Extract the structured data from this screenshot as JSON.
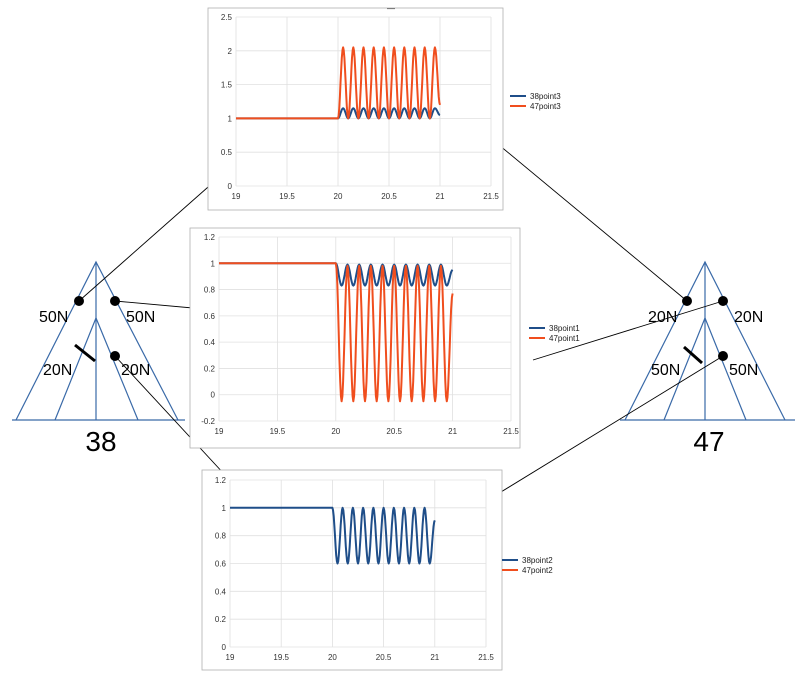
{
  "structures": {
    "left": {
      "label": "38",
      "upper_left": "50N",
      "upper_right": "50N",
      "lower_left": "20N",
      "lower_right": "20N"
    },
    "right": {
      "label": "47",
      "upper_left": "20N",
      "upper_right": "20N",
      "lower_left": "50N",
      "lower_right": "50N"
    }
  },
  "colors": {
    "series_a": "#1f4e89",
    "series_b": "#f04e1e",
    "frame": "#b0b0b0",
    "grid": "#e0e0e0",
    "structure": "#3a6aa8"
  },
  "chart_data": [
    {
      "id": "top",
      "type": "line",
      "title": "—",
      "xlim": [
        19,
        21.5
      ],
      "ylim": [
        0,
        2.5
      ],
      "x_ticks": [
        "19",
        "19.5",
        "20",
        "20.5",
        "21",
        "21.5"
      ],
      "y_ticks": [
        "0",
        "0.5",
        "1",
        "1.5",
        "2",
        "2.5"
      ],
      "x": [
        19,
        20,
        20.05,
        20.1,
        20.15,
        20.2,
        20.25,
        20.3,
        20.35,
        20.4,
        20.45,
        20.5,
        20.55,
        20.6,
        20.65,
        20.7,
        20.75,
        20.8,
        20.85,
        20.9,
        20.95,
        21.0
      ],
      "series": [
        {
          "name": "38point3",
          "color": "#1f4e89",
          "values": [
            1,
            1,
            1.15,
            1.0,
            1.15,
            1.0,
            1.15,
            1.0,
            1.15,
            1.0,
            1.15,
            1.0,
            1.15,
            1.0,
            1.15,
            1.0,
            1.15,
            1.0,
            1.15,
            1.0,
            1.15,
            1.05
          ]
        },
        {
          "name": "47point3",
          "color": "#f04e1e",
          "values": [
            1,
            1,
            2.05,
            1.0,
            2.05,
            1.0,
            2.05,
            1.0,
            2.05,
            1.0,
            2.05,
            1.0,
            2.05,
            1.0,
            2.05,
            1.0,
            2.05,
            1.0,
            2.05,
            1.0,
            2.05,
            1.2
          ]
        }
      ]
    },
    {
      "id": "middle",
      "type": "line",
      "xlim": [
        19,
        21.5
      ],
      "ylim": [
        -0.2,
        1.2
      ],
      "x_ticks": [
        "19",
        "19.5",
        "20",
        "20.5",
        "21",
        "21.5"
      ],
      "y_ticks": [
        "-0.2",
        "0",
        "0.2",
        "0.4",
        "0.6",
        "0.8",
        "1",
        "1.2"
      ],
      "x": [
        19,
        20,
        20.05,
        20.1,
        20.15,
        20.2,
        20.25,
        20.3,
        20.35,
        20.4,
        20.45,
        20.5,
        20.55,
        20.6,
        20.65,
        20.7,
        20.75,
        20.8,
        20.85,
        20.9,
        20.95,
        21.0
      ],
      "series": [
        {
          "name": "38point1",
          "color": "#1f4e89",
          "values": [
            1,
            1,
            0.83,
            0.99,
            0.83,
            0.99,
            0.83,
            0.99,
            0.83,
            0.99,
            0.83,
            0.99,
            0.83,
            0.99,
            0.83,
            0.99,
            0.83,
            0.99,
            0.83,
            0.99,
            0.83,
            0.95
          ]
        },
        {
          "name": "47point1",
          "color": "#f04e1e",
          "values": [
            1,
            1,
            -0.05,
            0.98,
            -0.05,
            0.98,
            -0.05,
            0.98,
            -0.05,
            0.98,
            -0.05,
            0.98,
            -0.05,
            0.98,
            -0.05,
            0.98,
            -0.05,
            0.98,
            -0.05,
            0.98,
            -0.05,
            0.77
          ]
        }
      ]
    },
    {
      "id": "bottom",
      "type": "line",
      "xlim": [
        19,
        21.5
      ],
      "ylim": [
        0,
        1.2
      ],
      "x_ticks": [
        "19",
        "19.5",
        "20",
        "20.5",
        "21",
        "21.5"
      ],
      "y_ticks": [
        "0",
        "0.2",
        "0.4",
        "0.6",
        "0.8",
        "1",
        "1.2"
      ],
      "x": [
        19,
        20,
        20.05,
        20.1,
        20.15,
        20.2,
        20.25,
        20.3,
        20.35,
        20.4,
        20.45,
        20.5,
        20.55,
        20.6,
        20.65,
        20.7,
        20.75,
        20.8,
        20.85,
        20.9,
        20.95,
        21.0
      ],
      "series": [
        {
          "name": "38point2",
          "color": "#1f4e89",
          "values": [
            1,
            1,
            0.6,
            1.0,
            0.6,
            1.0,
            0.6,
            1.0,
            0.6,
            1.0,
            0.6,
            1.0,
            0.6,
            1.0,
            0.6,
            1.0,
            0.6,
            1.0,
            0.6,
            1.0,
            0.6,
            0.91
          ]
        },
        {
          "name": "47point2",
          "color": "#f04e1e",
          "values": []
        }
      ]
    }
  ]
}
